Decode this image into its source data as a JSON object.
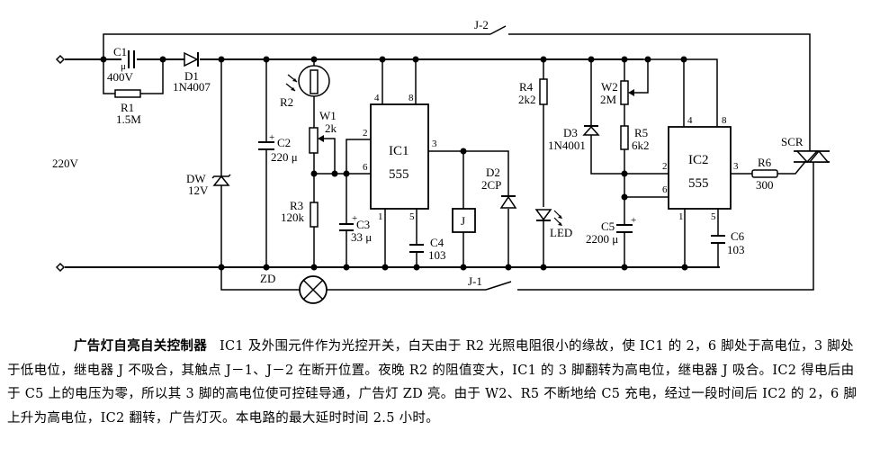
{
  "diagram": {
    "title": "广告灯自亮自关控制器",
    "supply_label": "220V",
    "components": {
      "c1": {
        "name": "C1",
        "value": "μ",
        "rating": "400V"
      },
      "r1": {
        "name": "R1",
        "value": "1.5M"
      },
      "d1": {
        "name": "D1",
        "value": "1N4007"
      },
      "dw": {
        "name": "DW",
        "value": "12V"
      },
      "c2": {
        "name": "C2",
        "value": "220 μ"
      },
      "r2": {
        "name": "R2"
      },
      "w1": {
        "name": "W1",
        "value": "2k"
      },
      "r3": {
        "name": "R3",
        "value": "120k"
      },
      "c3": {
        "name": "C3",
        "value": "33 μ"
      },
      "ic1": {
        "name": "IC1",
        "type": "555",
        "pins": [
          "4",
          "8",
          "2",
          "6",
          "3",
          "1",
          "5"
        ]
      },
      "c4": {
        "name": "C4",
        "value": "103"
      },
      "relay": {
        "name": "J"
      },
      "d2": {
        "name": "D2",
        "value": "2CP"
      },
      "r4": {
        "name": "R4",
        "value": "2k2"
      },
      "led": {
        "name": "LED"
      },
      "d3": {
        "name": "D3",
        "value": "1N4001"
      },
      "w2": {
        "name": "W2",
        "value": "2M"
      },
      "r5": {
        "name": "R5",
        "value": "6k2"
      },
      "c5": {
        "name": "C5",
        "value": "2200 μ"
      },
      "ic2": {
        "name": "IC2",
        "type": "555",
        "pins": [
          "4",
          "8",
          "2",
          "6",
          "3",
          "1",
          "5"
        ]
      },
      "c6": {
        "name": "C6",
        "value": "103"
      },
      "r6": {
        "name": "R6",
        "value": "300"
      },
      "scr": {
        "name": "SCR"
      },
      "lamp": {
        "name": "ZD"
      },
      "j1": {
        "name": "J-1"
      },
      "j2": {
        "name": "J-2"
      }
    }
  },
  "caption": {
    "title": "广告灯自亮自关控制器",
    "body": "IC1 及外围元件作为光控开关，白天由于 R2 光照电阻很小的缘故，使 IC1 的 2，6 脚处于高电位，3 脚处于低电位，继电器 J 不吸合，其触点 J－1、J－2 在断开位置。夜晚 R2 的阻值变大，IC1 的 3 脚翻转为高电位，继电器 J 吸合。IC2 得电后由于 C5 上的电压为零，所以其 3 脚的高电位使可控硅导通，广告灯 ZD 亮。由于 W2、R5 不断地给 C5 充电，经过一段时间后 IC2 的 2，6 脚上升为高电位，IC2 翻转，广告灯灭。本电路的最大延时时间 2.5 小时。"
  }
}
